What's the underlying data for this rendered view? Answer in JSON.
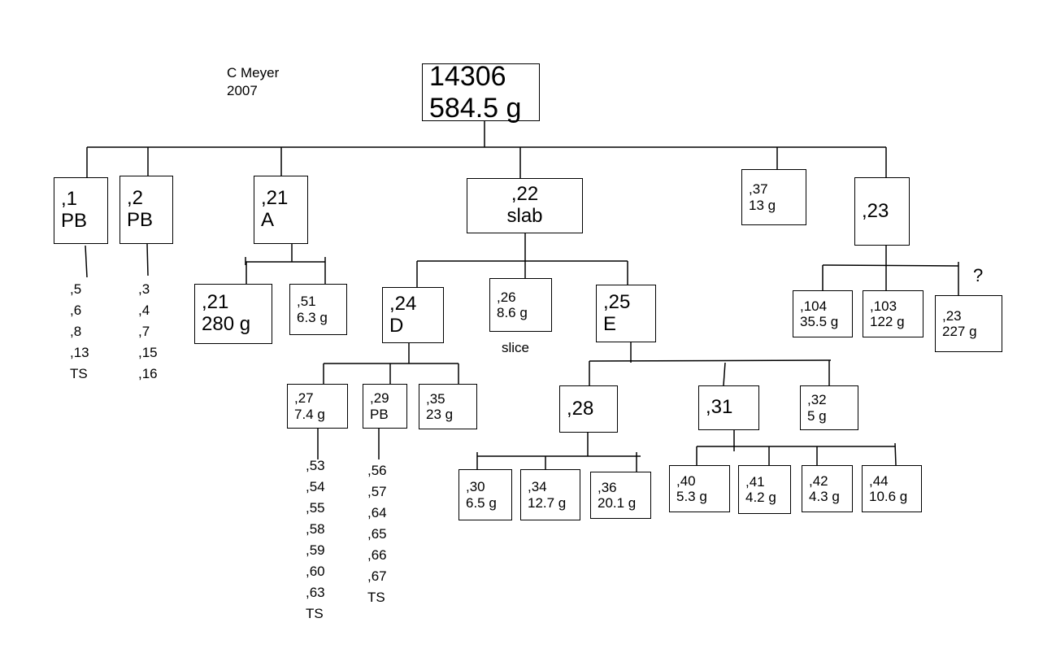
{
  "annotations": {
    "author": "C Meyer",
    "year": "2007",
    "slice_label": "slice",
    "question_mark": "?"
  },
  "nodes": [
    {
      "id": "root",
      "lines": [
        "14306",
        "584.5 g"
      ]
    },
    {
      "id": "1",
      "lines": [
        ",1",
        "PB"
      ]
    },
    {
      "id": "2",
      "lines": [
        ",2",
        "PB"
      ]
    },
    {
      "id": "21",
      "lines": [
        ",21",
        "A"
      ]
    },
    {
      "id": "22",
      "lines": [
        ",22",
        "slab"
      ]
    },
    {
      "id": "37",
      "lines": [
        ",37",
        "13 g"
      ]
    },
    {
      "id": "23",
      "lines": [
        ",23"
      ]
    },
    {
      "id": "21b",
      "lines": [
        ",21",
        "280 g"
      ]
    },
    {
      "id": "51",
      "lines": [
        ",51",
        "6.3 g"
      ]
    },
    {
      "id": "24",
      "lines": [
        ",24",
        "D"
      ]
    },
    {
      "id": "26",
      "lines": [
        ",26",
        "8.6 g"
      ]
    },
    {
      "id": "25",
      "lines": [
        ",25",
        "E"
      ]
    },
    {
      "id": "104",
      "lines": [
        ",104",
        "35.5 g"
      ]
    },
    {
      "id": "103",
      "lines": [
        ",103",
        "122 g"
      ]
    },
    {
      "id": "23b",
      "lines": [
        ",23",
        "227 g"
      ]
    },
    {
      "id": "27",
      "lines": [
        ",27",
        "7.4 g"
      ]
    },
    {
      "id": "29",
      "lines": [
        ",29",
        "PB"
      ]
    },
    {
      "id": "35",
      "lines": [
        ",35",
        "23 g"
      ]
    },
    {
      "id": "28",
      "lines": [
        ",28"
      ]
    },
    {
      "id": "31",
      "lines": [
        ",31"
      ]
    },
    {
      "id": "32",
      "lines": [
        ",32",
        "5 g"
      ]
    },
    {
      "id": "30",
      "lines": [
        ",30",
        "6.5 g"
      ]
    },
    {
      "id": "34",
      "lines": [
        ",34",
        "12.7 g"
      ]
    },
    {
      "id": "36",
      "lines": [
        ",36",
        "20.1 g"
      ]
    },
    {
      "id": "40",
      "lines": [
        ",40",
        "5.3 g"
      ]
    },
    {
      "id": "41",
      "lines": [
        ",41",
        "4.2 g"
      ]
    },
    {
      "id": "42",
      "lines": [
        ",42",
        "4.3 g"
      ]
    },
    {
      "id": "44",
      "lines": [
        ",44",
        "10.6 g"
      ]
    }
  ],
  "lists": [
    {
      "parent": "1",
      "items": [
        ",5",
        ",6",
        ",8",
        ",13",
        "TS"
      ]
    },
    {
      "parent": "2",
      "items": [
        ",3",
        ",4",
        ",7",
        ",15",
        ",16"
      ]
    },
    {
      "parent": "27",
      "items": [
        ",53",
        ",54",
        ",55",
        ",58",
        ",59",
        ",60",
        ",63",
        "TS"
      ]
    },
    {
      "parent": "29",
      "items": [
        ",56",
        ",57",
        ",64",
        ",65",
        ",66",
        ",67",
        "TS"
      ]
    }
  ]
}
